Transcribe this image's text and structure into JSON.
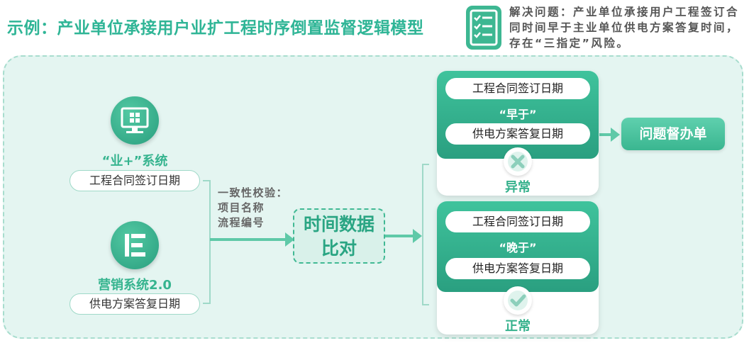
{
  "title": "示例：产业单位承接用户业扩工程时序倒置监督逻辑模型",
  "problem": {
    "icon": "checklist-icon",
    "text": "解决问题：产业单位承接用户工程签订合同时间早于主业单位供电方案答复时间，存在“三指定”风险。"
  },
  "systems": [
    {
      "name": "“业+”系统",
      "field": "工程合同签订日期",
      "icon": "monitor-windows-icon"
    },
    {
      "name": "营销系统2.0",
      "field": "供电方案答复日期",
      "icon": "list-e-icon"
    }
  ],
  "check": {
    "lines": [
      "一致性校验：",
      "项目名称",
      "流程编号"
    ]
  },
  "compare": {
    "lines": [
      "时间数据",
      "比对"
    ]
  },
  "results": [
    {
      "top": "工程合同签订日期",
      "relation": "“早于”",
      "bottom": "供电方案答复日期",
      "status": "异常",
      "badge_icon": "cross-icon"
    },
    {
      "top": "工程合同签订日期",
      "relation": "“晚于”",
      "bottom": "供电方案答复日期",
      "status": "正常",
      "badge_icon": "check-icon"
    }
  ],
  "action": "问题督办单",
  "colors": {
    "accent": "#2fb596",
    "panel": "#e4f5f1",
    "dark_green": "#2a9f80"
  }
}
